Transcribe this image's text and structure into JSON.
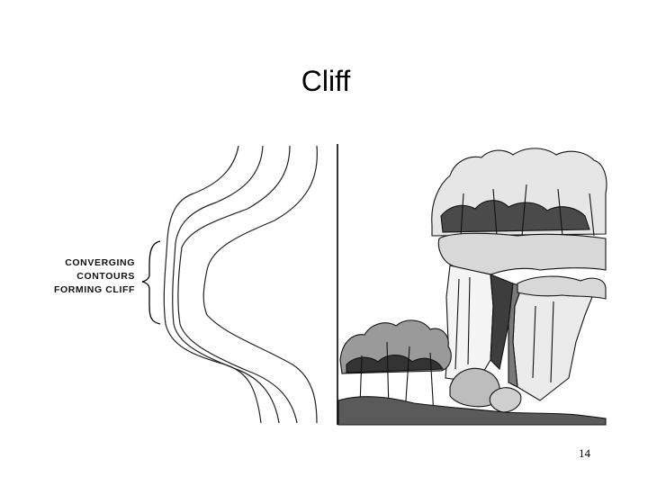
{
  "slide": {
    "title": "Cliff",
    "page_number": "14"
  },
  "diagram": {
    "annotation": {
      "lines": [
        "CONVERGING",
        "CONTOURS",
        "FORMING CLIFF"
      ]
    }
  },
  "colors": {
    "ink": "#111111",
    "background": "#ffffff"
  }
}
